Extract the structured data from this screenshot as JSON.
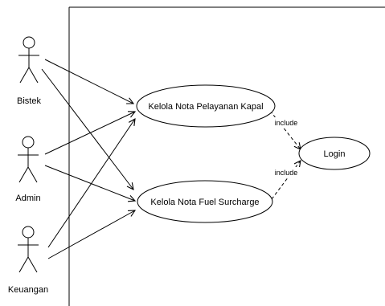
{
  "actors": [
    {
      "id": "bistek",
      "label": "Bistek"
    },
    {
      "id": "admin",
      "label": "Admin"
    },
    {
      "id": "keuangan",
      "label": "Keuangan"
    }
  ],
  "use_cases": [
    {
      "id": "nota-pelayanan",
      "label": "Kelola Nota Pelayanan Kapal"
    },
    {
      "id": "nota-fuel",
      "label": "Kelola Nota Fuel Surcharge"
    },
    {
      "id": "login",
      "label": "Login"
    }
  ],
  "associations": [
    {
      "from": "bistek",
      "to": "nota-pelayanan"
    },
    {
      "from": "bistek",
      "to": "nota-fuel"
    },
    {
      "from": "admin",
      "to": "nota-pelayanan"
    },
    {
      "from": "admin",
      "to": "nota-fuel"
    },
    {
      "from": "keuangan",
      "to": "nota-pelayanan"
    },
    {
      "from": "keuangan",
      "to": "nota-fuel"
    }
  ],
  "includes": [
    {
      "from": "nota-pelayanan",
      "to": "login",
      "label": "include"
    },
    {
      "from": "nota-fuel",
      "to": "login",
      "label": "include"
    }
  ],
  "colors": {
    "stroke": "#000000",
    "background": "#ffffff"
  }
}
